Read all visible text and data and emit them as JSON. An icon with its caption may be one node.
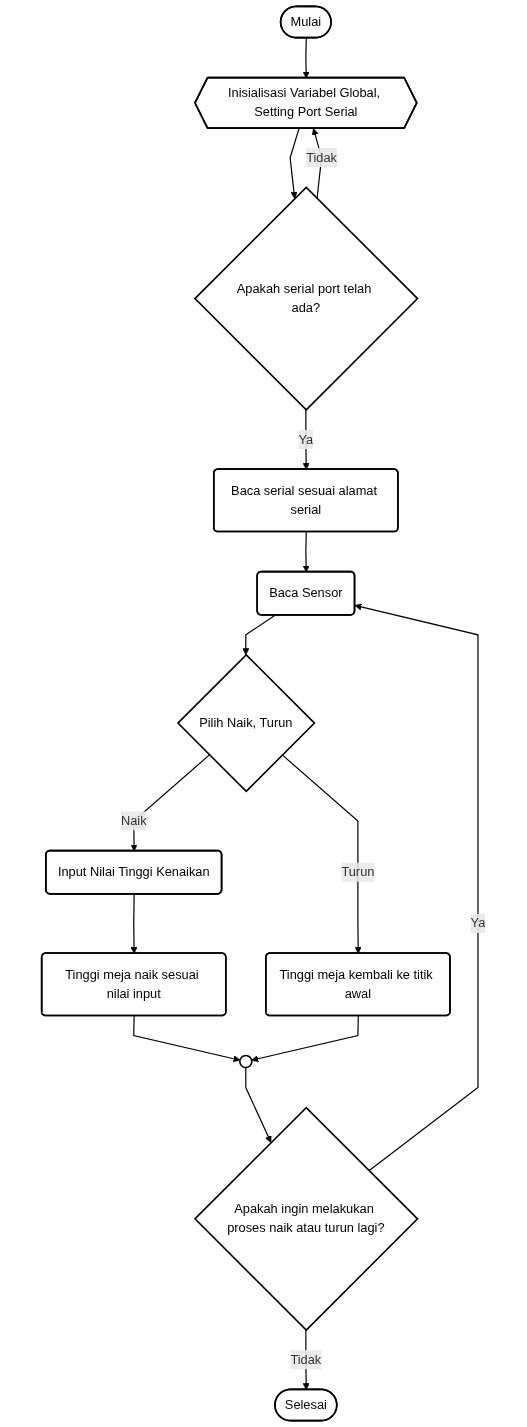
{
  "diagram": {
    "nodes": [
      {
        "text": [
          "Mulai"
        ]
      },
      {
        "text": [
          "Inisialisasi Variabel Global, Setting Port Serial"
        ]
      },
      {
        "text": [
          "Apakah serial port telah ada?"
        ]
      },
      {
        "text": [
          "Baca serial sesuai alamat serial"
        ]
      },
      {
        "text": [
          "Baca Sensor"
        ]
      },
      {
        "text": [
          "Pilih Naik, Turun"
        ]
      },
      {
        "text": [
          "Input Nilai Tinggi Kenaikan"
        ]
      },
      {
        "text": [
          "Tinggi meja kembali ke titik awal"
        ]
      },
      {
        "text": [
          "Tinggi meja naik sesuai nilai input"
        ]
      },
      {
        "text": [],
        "shape": "circle"
      },
      {
        "text": [
          "Apakah ingin melakukan proses naik atau turun lagi?"
        ]
      },
      {
        "text": [
          "Selesai"
        ]
      }
    ],
    "edges": [
      {
        "from": 0,
        "to": 1,
        "arrow": "to"
      },
      {
        "from": 1,
        "to": 2,
        "arrow": "to"
      },
      {
        "from": 2,
        "to": 1,
        "arrow": "to",
        "label": "Tidak"
      },
      {
        "from": 2,
        "to": 3,
        "arrow": "to",
        "label": "Ya"
      },
      {
        "from": 3,
        "to": 4,
        "arrow": "to"
      },
      {
        "from": 4,
        "to": 5,
        "arrow": "to"
      },
      {
        "from": 5,
        "to": 6,
        "arrow": "to",
        "label": "Naik"
      },
      {
        "from": 5,
        "to": 7,
        "arrow": "to",
        "label": "Turun"
      },
      {
        "from": 6,
        "to": 8,
        "arrow": "to"
      },
      {
        "from": 8,
        "to": 9,
        "arrow": "to"
      },
      {
        "from": 7,
        "to": 9,
        "arrow": "to"
      },
      {
        "from": 9,
        "to": 10,
        "arrow": "to"
      },
      {
        "from": 10,
        "to": 4,
        "arrow": "to",
        "label": "Ya"
      },
      {
        "from": 10,
        "to": 11,
        "arrow": "to",
        "label": "Tidak"
      }
    ]
  }
}
